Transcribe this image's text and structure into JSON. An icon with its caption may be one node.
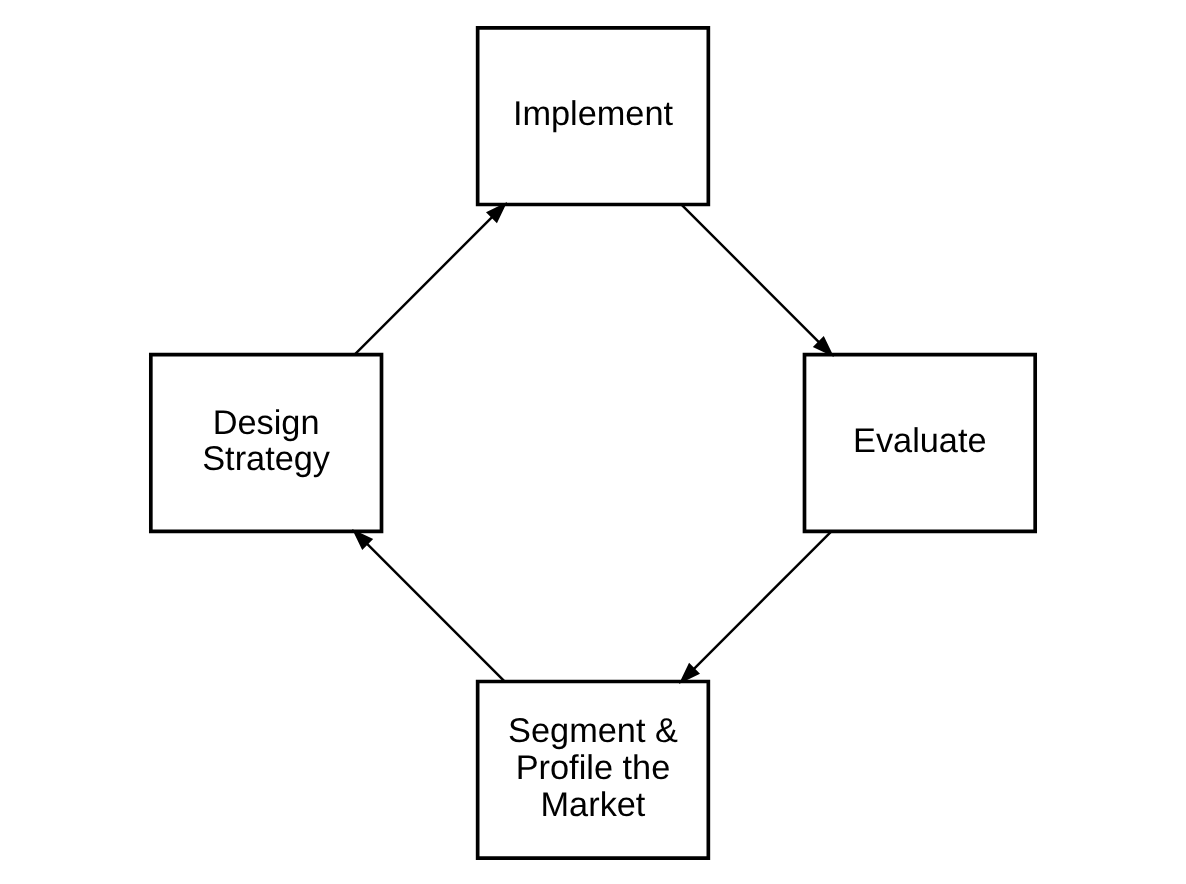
{
  "diagram": {
    "nodes": [
      {
        "text": [
          "Segment & Profile the Market"
        ]
      },
      {
        "text": [
          "Design Strategy"
        ]
      },
      {
        "text": [
          "Implement"
        ]
      },
      {
        "text": [
          "Evaluate"
        ]
      }
    ],
    "edges": [
      {
        "from": 0,
        "to": 1,
        "arrow": "to"
      },
      {
        "from": 1,
        "to": 2,
        "arrow": "to"
      },
      {
        "from": 2,
        "to": 3,
        "arrow": "to"
      },
      {
        "from": 3,
        "to": 0,
        "arrow": "to"
      }
    ]
  }
}
